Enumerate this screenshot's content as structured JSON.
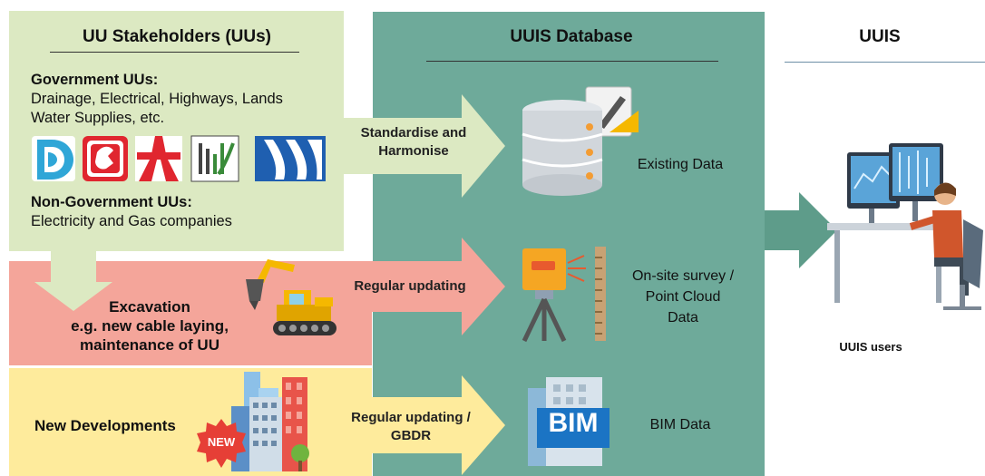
{
  "stakeholders": {
    "title": "UU Stakeholders (UUs)",
    "gov_heading": "Government UUs:",
    "gov_line1": "Drainage, Electrical, Highways, Lands",
    "gov_line2": "Water Supplies, etc.",
    "nongov_heading": "Non-Government UUs:",
    "nongov_line": "Electricity and Gas companies",
    "logos": [
      "drainage-logo",
      "electrical-logo",
      "highways-logo",
      "lands-logo",
      "water-supplies-logo"
    ]
  },
  "excavation": {
    "line1": "Excavation",
    "line2": "e.g. new cable laying,",
    "line3": "maintenance of UU"
  },
  "developments": {
    "label": "New Developments",
    "badge": "NEW"
  },
  "database": {
    "title": "UUIS Database",
    "flows": [
      {
        "arrow_line1": "Standardise and",
        "arrow_line2": "Harmonise",
        "target_line1": "Existing Data",
        "target_line2": ""
      },
      {
        "arrow_line1": "Regular updating",
        "arrow_line2": "",
        "target_line1": "On-site survey /",
        "target_line2": "Point Cloud",
        "target_line3": "Data"
      },
      {
        "arrow_line1": "Regular updating /",
        "arrow_line2": "GBDR",
        "target_line1": "BIM Data",
        "target_line2": ""
      }
    ],
    "bim_text": "BIM"
  },
  "uuis": {
    "title": "UUIS",
    "users_label": "UUIS users"
  },
  "colors": {
    "green_panel": "#DCE9C2",
    "red_panel": "#F4A59A",
    "yellow_panel": "#FEEB9C",
    "database_panel": "#6EAA9A",
    "output_arrow": "#5E9C8A"
  }
}
